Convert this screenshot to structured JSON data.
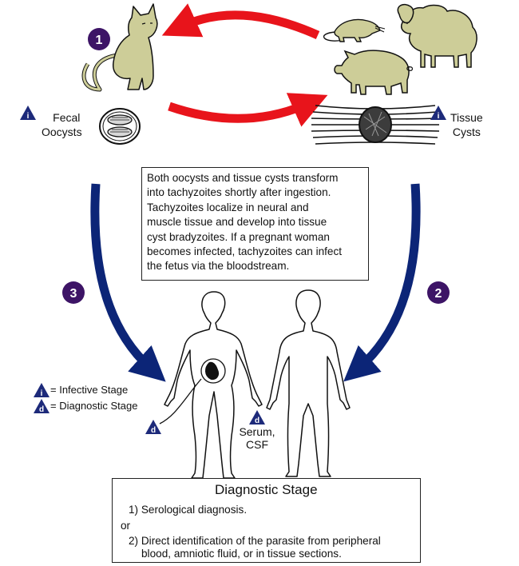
{
  "labels": {
    "step1": "1",
    "step2": "2",
    "step3": "3",
    "fecal_line1": "Fecal",
    "fecal_line2": "Oocysts",
    "tissue_line1": "Tissue",
    "tissue_line2": "Cysts",
    "legend_infective": "= Infective Stage",
    "legend_diagnostic": "= Diagnostic Stage",
    "serum": "Serum,",
    "csf": "CSF",
    "icon_i": "i",
    "icon_d": "d"
  },
  "info_box": [
    "Both oocysts and tissue cysts transform",
    "into tachyzoites shortly after ingestion.",
    "Tachyzoites localize in neural and",
    "muscle tissue and develop into tissue",
    "cyst bradyzoites. If a pregnant woman",
    "becomes infected, tachyzoites can infect",
    "the fetus via the bloodstream."
  ],
  "diagnostic_box": {
    "title": "Diagnostic Stage",
    "line1": "1) Serological diagnosis.",
    "or": "or",
    "line2": "2) Direct identification of the parasite from peripheral",
    "line3": "blood, amniotic fluid, or in tissue sections."
  },
  "colors": {
    "red_arrow": "#e8141b",
    "blue_arrow": "#0c2577",
    "step_badge": "#3d1466",
    "icon_triangle": "#1d2a7a",
    "animal_fill": "#cdcd98",
    "outline": "#111111"
  }
}
